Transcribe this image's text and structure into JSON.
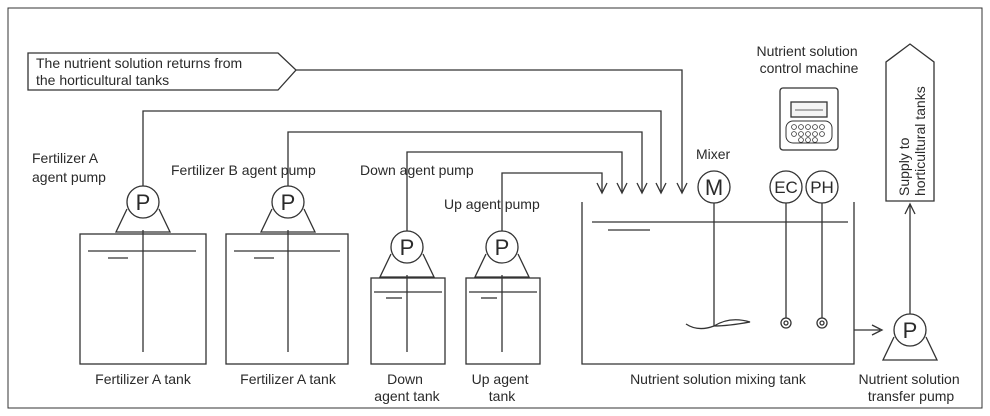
{
  "return_label": [
    "The nutrient solution returns from",
    "the horticultural tanks"
  ],
  "control_machine_label": [
    "Nutrient solution",
    "control machine"
  ],
  "supply_label": [
    "Supply to",
    "horticultural tanks"
  ],
  "fertilizer_a_pump_label": [
    "Fertilizer A",
    "agent pump"
  ],
  "fertilizer_b_pump_label": "Fertilizer B agent pump",
  "down_pump_label": "Down agent pump",
  "up_pump_label": "Up agent pump",
  "mixer_label": "Mixer",
  "pump_symbol": "P",
  "mixer_symbol": "M",
  "ec_symbol": "EC",
  "ph_symbol": "PH",
  "tank_labels": {
    "fertilizer_a_1": "Fertilizer A tank",
    "fertilizer_a_2": "Fertilizer A tank",
    "down": [
      "Down",
      "agent tank"
    ],
    "up": [
      "Up agent",
      "tank"
    ],
    "mixing": "Nutrient solution mixing tank",
    "transfer_pump": [
      "Nutrient solution",
      "transfer pump"
    ]
  },
  "colors": {
    "line": "#333333",
    "background": "#ffffff"
  }
}
